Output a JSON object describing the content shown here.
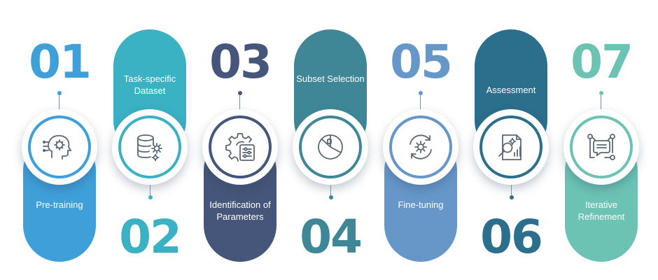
{
  "colors": {
    "step1": "#3f9fd9",
    "step2": "#3bb1c4",
    "step3": "#46567a",
    "step4": "#3f8797",
    "step5": "#6697c8",
    "step6": "#2b6f8c",
    "step7": "#6cc3b4",
    "icon_stroke": "#5b6775"
  },
  "steps": [
    {
      "number": "01",
      "label": "Pre-training",
      "icon": "ai-head-gear-icon"
    },
    {
      "number": "02",
      "label": "Task-specific Dataset",
      "icon": "database-gears-icon"
    },
    {
      "number": "03",
      "label": "Identification of Parameters",
      "icon": "gear-sliders-icon"
    },
    {
      "number": "04",
      "label": "Subset Selection",
      "icon": "pie-chart-icon"
    },
    {
      "number": "05",
      "label": "Fine-tuning",
      "icon": "gear-refresh-icon"
    },
    {
      "number": "06",
      "label": "Assessment",
      "icon": "report-magnifier-icon"
    },
    {
      "number": "07",
      "label": "Iterative Refinement",
      "icon": "chat-network-icon"
    }
  ]
}
